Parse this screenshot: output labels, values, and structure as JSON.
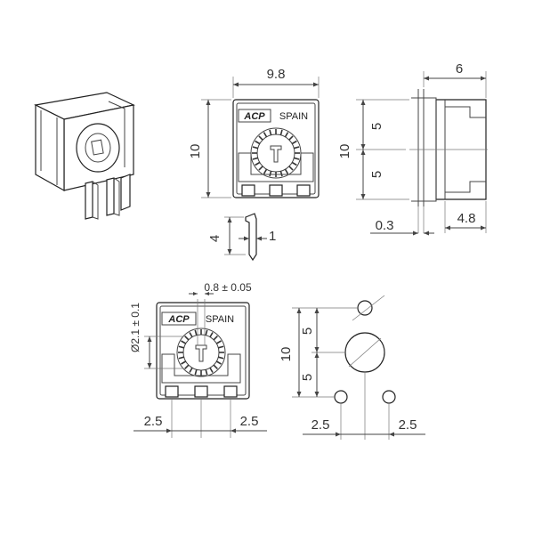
{
  "views": {
    "top_front": {
      "width_label": "9.8",
      "height_label": "10",
      "brand_mark": "ACP",
      "brand_text": "SPAIN",
      "pin_height_label": "4",
      "pin_width_label": "1"
    },
    "side": {
      "depth_label": "6",
      "upper_half_label": "5",
      "lower_half_label": "5",
      "pin_thickness_label": "0.3",
      "body_depth_label": "4.8"
    },
    "bottom_front": {
      "slot_label": "0.8 ± 0.05",
      "shaft_diameter_label": "Ø2.1 ± 0.1",
      "brand_mark": "ACP",
      "brand_text": "SPAIN",
      "left_pitch_label": "2.5",
      "right_pitch_label": "2.5"
    },
    "footprint": {
      "height_label": "10",
      "upper_half_label": "5",
      "lower_half_label": "5",
      "left_pitch_label": "2.5",
      "right_pitch_label": "2.5"
    }
  }
}
